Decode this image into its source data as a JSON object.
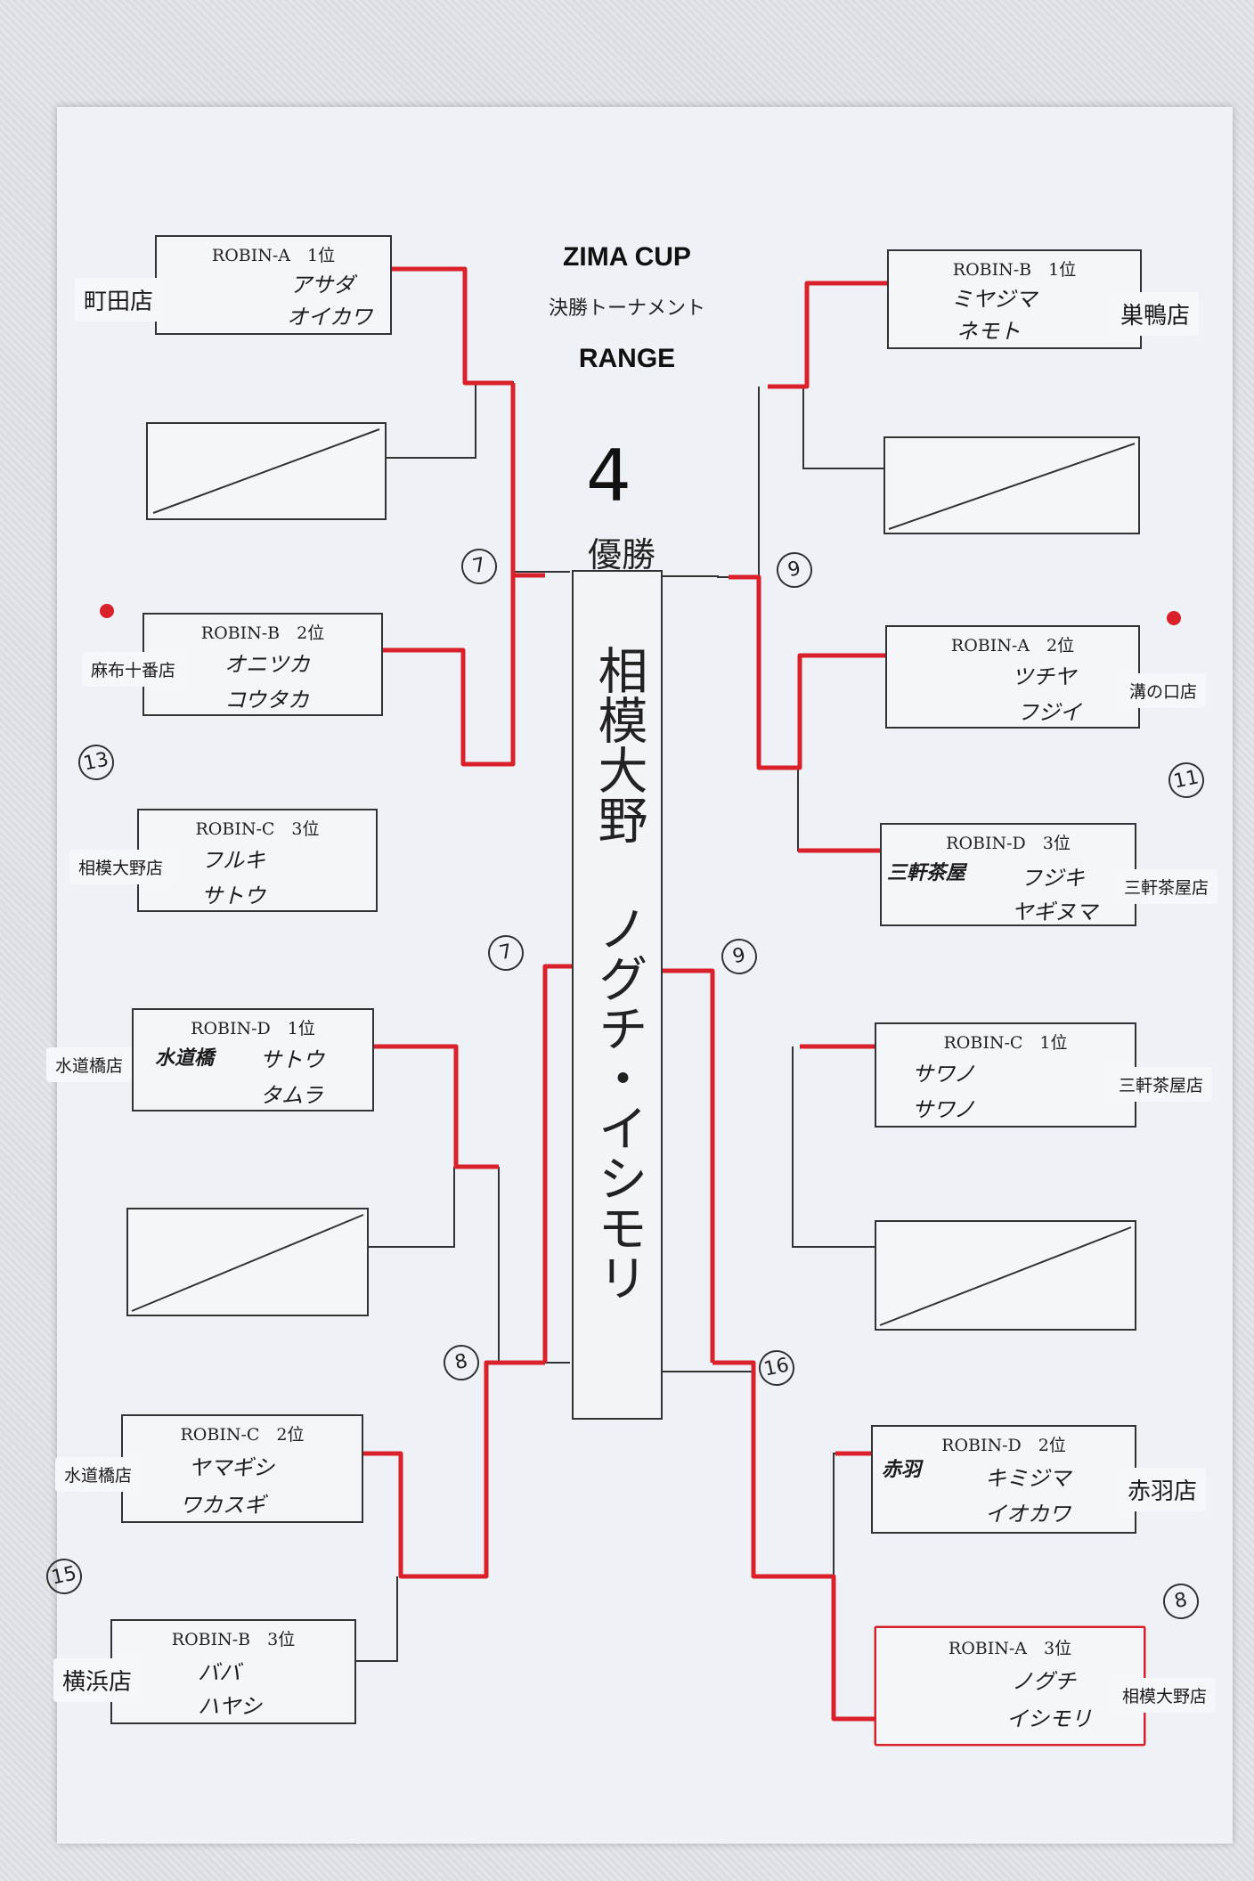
{
  "header": {
    "title": "ZIMA CUP",
    "subtitle": "決勝トーナメント",
    "group": "RANGE"
  },
  "winner": {
    "round_no": "4",
    "label": "優勝",
    "store": "相模大野",
    "team": "ノグチ・イシモリ"
  },
  "slots": [
    {
      "id": "l1",
      "header": "ROBIN-A　1位",
      "p1": "アサダ",
      "p2": "オイカワ",
      "store": "町田店"
    },
    {
      "id": "l2",
      "header": "ROBIN-B　2位",
      "p1": "オニツカ",
      "p2": "コウタカ",
      "store": "麻布十番店"
    },
    {
      "id": "l3",
      "header": "ROBIN-C　3位",
      "p1": "フルキ",
      "p2": "サトウ",
      "store": "相模大野店"
    },
    {
      "id": "l4",
      "header": "ROBIN-D　1位",
      "tag": "水道橋",
      "p1": "サトウ",
      "p2": "タムラ",
      "store": "水道橋店"
    },
    {
      "id": "l5",
      "header": "ROBIN-C　2位",
      "p1": "ヤマギシ",
      "p2": "ワカスギ",
      "store": "水道橋店"
    },
    {
      "id": "l6",
      "header": "ROBIN-B　3位",
      "p1": "ババ",
      "p2": "ハヤシ",
      "store": "横浜店"
    },
    {
      "id": "r1",
      "header": "ROBIN-B　1位",
      "p1": "ミヤジマ",
      "p2": "ネモト",
      "store": "巣鴨店"
    },
    {
      "id": "r2",
      "header": "ROBIN-A　2位",
      "p1": "ツチヤ",
      "p2": "フジイ",
      "store": "溝の口店"
    },
    {
      "id": "r3",
      "header": "ROBIN-D　3位",
      "tag": "三軒茶屋",
      "p1": "フジキ",
      "p2": "ヤギヌマ",
      "store": "三軒茶屋店"
    },
    {
      "id": "r4",
      "header": "ROBIN-C　1位",
      "p1": "サワノ",
      "p2": "サワノ",
      "store": "三軒茶屋店"
    },
    {
      "id": "r5",
      "header": "ROBIN-D　2位",
      "tag": "赤羽",
      "p1": "キミジマ",
      "p2": "イオカワ",
      "store": "赤羽店"
    },
    {
      "id": "r6",
      "header": "ROBIN-A　3位",
      "p1": "ノグチ",
      "p2": "イシモリ",
      "store": "相模大野店"
    }
  ],
  "match_numbers": [
    "7",
    "13",
    "7",
    "8",
    "15",
    "9",
    "11",
    "9",
    "16",
    "8"
  ],
  "colors": {
    "red": "#d8212b",
    "line": "#333333"
  }
}
